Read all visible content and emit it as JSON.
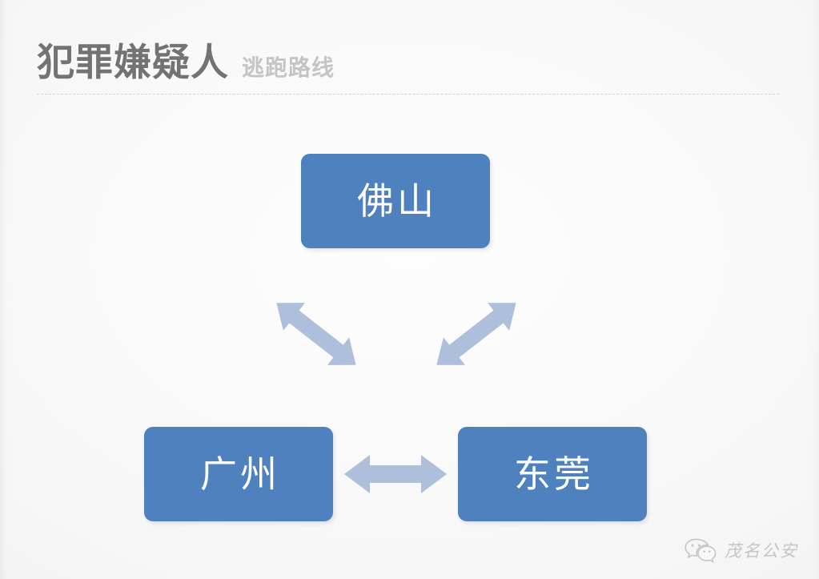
{
  "page": {
    "background_color": "#f7f7f7",
    "accent_color": "#4e81bd",
    "arrow_color": "#aebfdc"
  },
  "header": {
    "title_main": "犯罪嫌疑人",
    "title_sub": "逃跑路线",
    "title_main_color": "#737373",
    "title_sub_color": "#c4c4c4"
  },
  "diagram": {
    "type": "flow-diagram",
    "nodes": [
      {
        "id": "foshan",
        "label": "佛山",
        "position": "top-center"
      },
      {
        "id": "guangzhou",
        "label": "广州",
        "position": "bottom-left"
      },
      {
        "id": "dongguan",
        "label": "东莞",
        "position": "bottom-right"
      }
    ],
    "connections": [
      {
        "from": "guangzhou",
        "to": "foshan",
        "style": "double-arrow",
        "orientation": "diagonal-up-right"
      },
      {
        "from": "foshan",
        "to": "dongguan",
        "style": "double-arrow",
        "orientation": "diagonal-down-right"
      },
      {
        "from": "guangzhou",
        "to": "dongguan",
        "style": "double-arrow",
        "orientation": "horizontal"
      }
    ]
  },
  "watermark": {
    "icon": "wechat-icon",
    "text": "茂名公安"
  }
}
